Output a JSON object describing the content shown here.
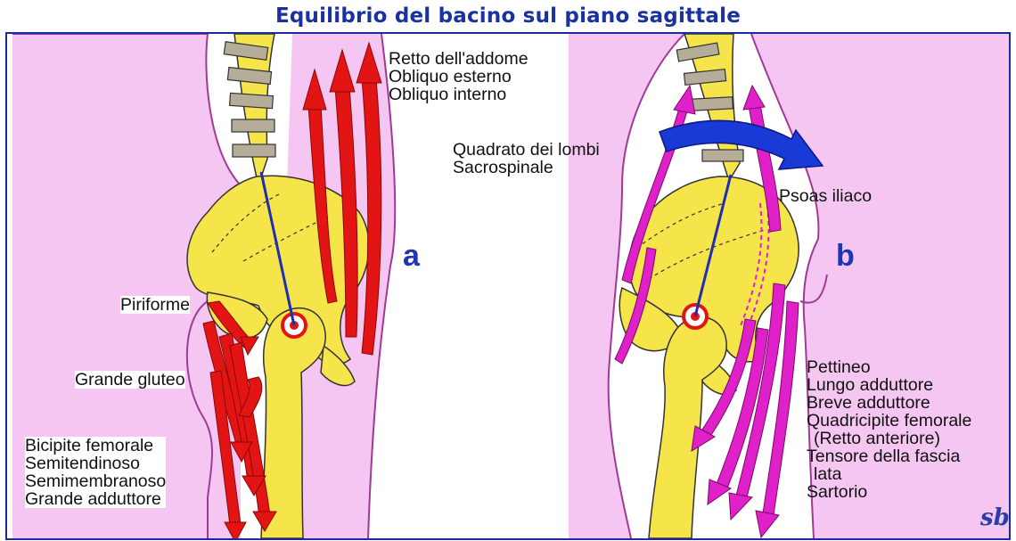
{
  "title": "Equilibrio del bacino sul piano sagittale",
  "panel_a": {
    "letter": "a",
    "labels": {
      "abdominal": [
        "Retto dell'addome",
        "Obliquo esterno",
        "Obliquo interno"
      ],
      "piriformis": "Piriforme",
      "gluteus": "Grande gluteo",
      "posterior_thigh": [
        "Bicipite femorale",
        "Semitendinoso",
        "Semimembranoso",
        "Grande adduttore"
      ]
    }
  },
  "panel_b": {
    "letter": "b",
    "labels": {
      "lumbar": [
        "Quadrato dei lombi",
        "Sacrospinale"
      ],
      "psoas": "Psoas iliaco",
      "anterior_thigh": [
        "Pettineo",
        "Lungo adduttore",
        "Breve adduttore",
        "Quadricipite femorale",
        "(Retto anteriore)",
        "Tensore della fascia",
        "lata",
        "Sartorio"
      ]
    }
  },
  "signature": "sb",
  "colors": {
    "title": "#1a32a0",
    "frame": "#1c2a9c",
    "body_pink": "#f6c6f2",
    "body_outline": "#a03a98",
    "bone": "#f5e44a",
    "vertebra": "#b5ad98",
    "muscle_red": "#e21414",
    "muscle_magenta": "#e020c8",
    "rotation_arrow": "#1a3ad8",
    "plumb_line": "#1f2fb0"
  }
}
